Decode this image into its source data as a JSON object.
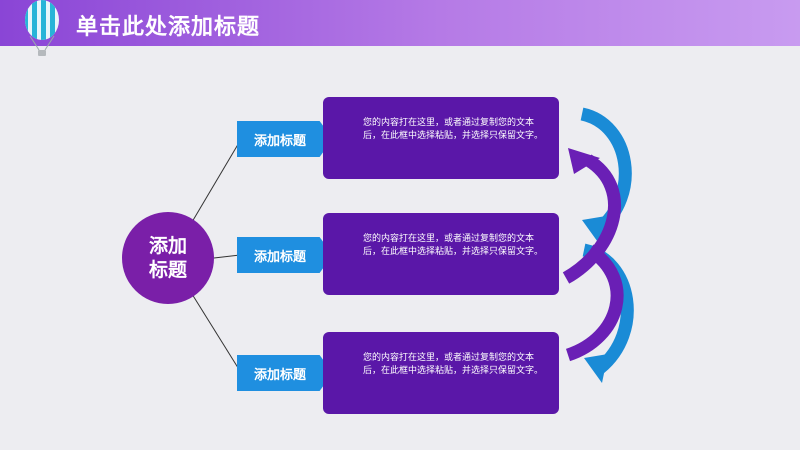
{
  "header": {
    "title": "单击此处添加标题"
  },
  "center": {
    "label": "添加标题"
  },
  "items": [
    {
      "label": "添加标题",
      "text": "您的内容打在这里，或者通过复制您的文本后，在此框中选择粘贴，并选择只保留文字。"
    },
    {
      "label": "添加标题",
      "text": "您的内容打在这里，或者通过复制您的文本后，在此框中选择粘贴，并选择只保留文字。"
    },
    {
      "label": "添加标题",
      "text": "您的内容打在这里，或者通过复制您的文本后，在此框中选择粘贴，并选择只保留文字。"
    }
  ],
  "colors": {
    "header_start": "#8a45d6",
    "header_end": "#c89bf0",
    "center_circle": "#7a1fa8",
    "label_blue": "#1f8fe0",
    "content_purple": "#5a17a8",
    "background": "#ededf1"
  },
  "icons": {
    "header_icon": "hot-air-balloon-icon",
    "arrows": "curved-arrow-icon"
  }
}
